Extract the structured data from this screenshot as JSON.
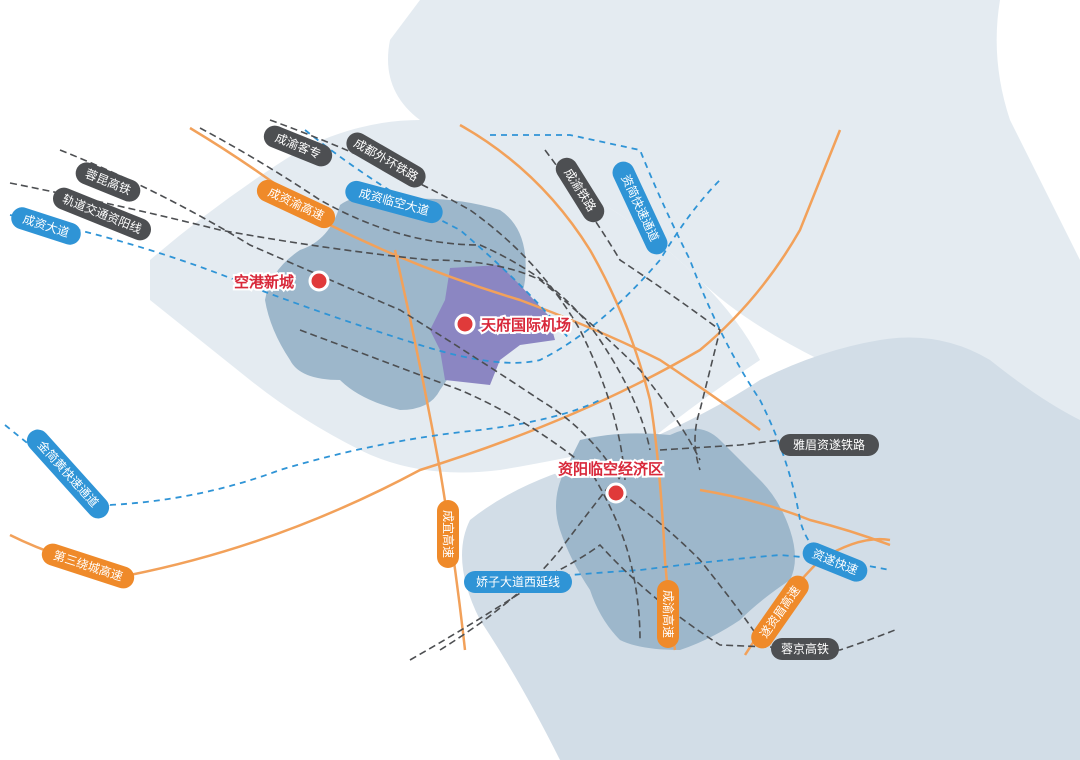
{
  "colors": {
    "background": "#ffffff",
    "region_light": "#e4ebf1",
    "region_medium": "#d2dde7",
    "district": "#9db7cb",
    "airport": "#8b86c2",
    "expressway": "#f2a15a",
    "railway": "#4d4f52",
    "planned_road": "#2f94d6",
    "marker": "#e03a3a",
    "city_text": "#d8283a"
  },
  "cities": {
    "konggang": "空港新城",
    "airport": "天府国际机场",
    "ziyang": "资阳临空经济区"
  },
  "labels": {
    "rongkun_hsr": "蓉昆高铁",
    "metro_ziyang": "轨道交通资阳线",
    "chengzi_avenue": "成资大道",
    "chengyu_pdl": "成渝客专",
    "chengdu_outer_ring_rail": "成都外环铁路",
    "chengziyu_exp": "成资渝高速",
    "chengzi_airport_ave": "成资临空大道",
    "chengyu_rail": "成渝铁路",
    "ziyang_jian_exp": "资简快速通道",
    "jintang_jianyang": "金简黄快速通道",
    "third_ring": "第三绕城高速",
    "chengyi_exp": "成宜高速",
    "jiaozi_west": "娇子大道西延线",
    "chengyu_exp": "成渝高速",
    "yameizisui_rail": "雅眉资遂铁路",
    "zisui_express": "资遂快速",
    "zixiaorong_exp": "遂资眉高速",
    "rongjing_hsr": "蓉京高铁"
  },
  "icons": [
    "location-marker-icon"
  ]
}
